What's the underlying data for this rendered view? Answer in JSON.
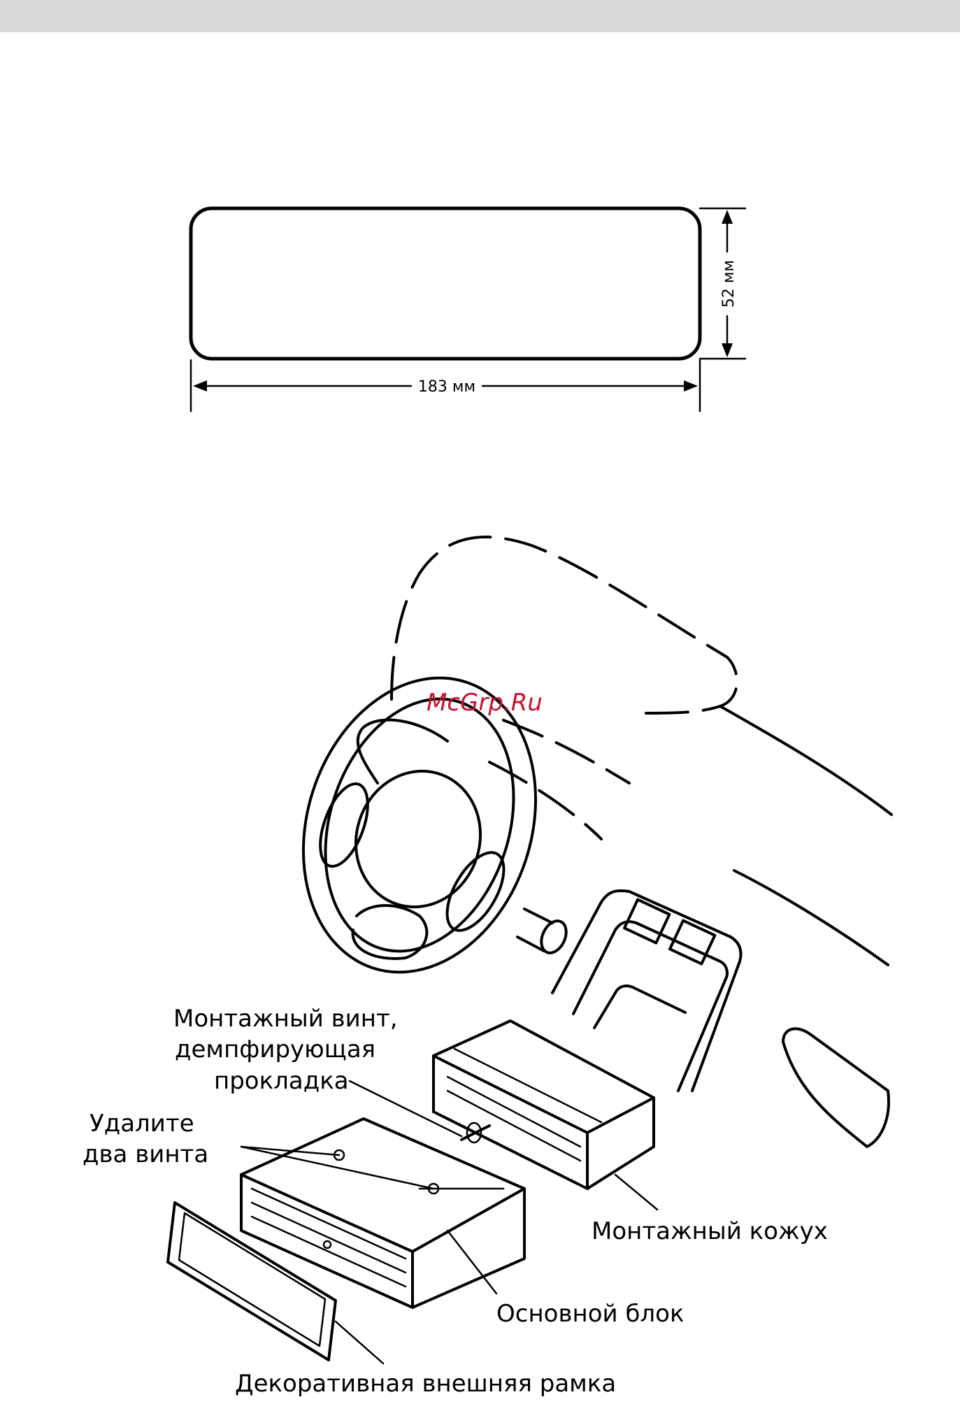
{
  "dimensions": {
    "height_label": "52 мм",
    "width_label": "183 мм"
  },
  "watermark": "McGrp.Ru",
  "labels": {
    "screw_line1": "Монтажный винт,",
    "screw_line2": "демпфирующая",
    "screw_line3": "прокладка",
    "remove_line1": "Удалите",
    "remove_line2": "два винта",
    "sleeve": "Монтажный кожух",
    "main_unit": "Основной блок",
    "frame": "Декоративная внешняя рамка"
  },
  "colors": {
    "header_bar": "#d9d9d9",
    "watermark": "#c8102e",
    "line": "#000000"
  }
}
